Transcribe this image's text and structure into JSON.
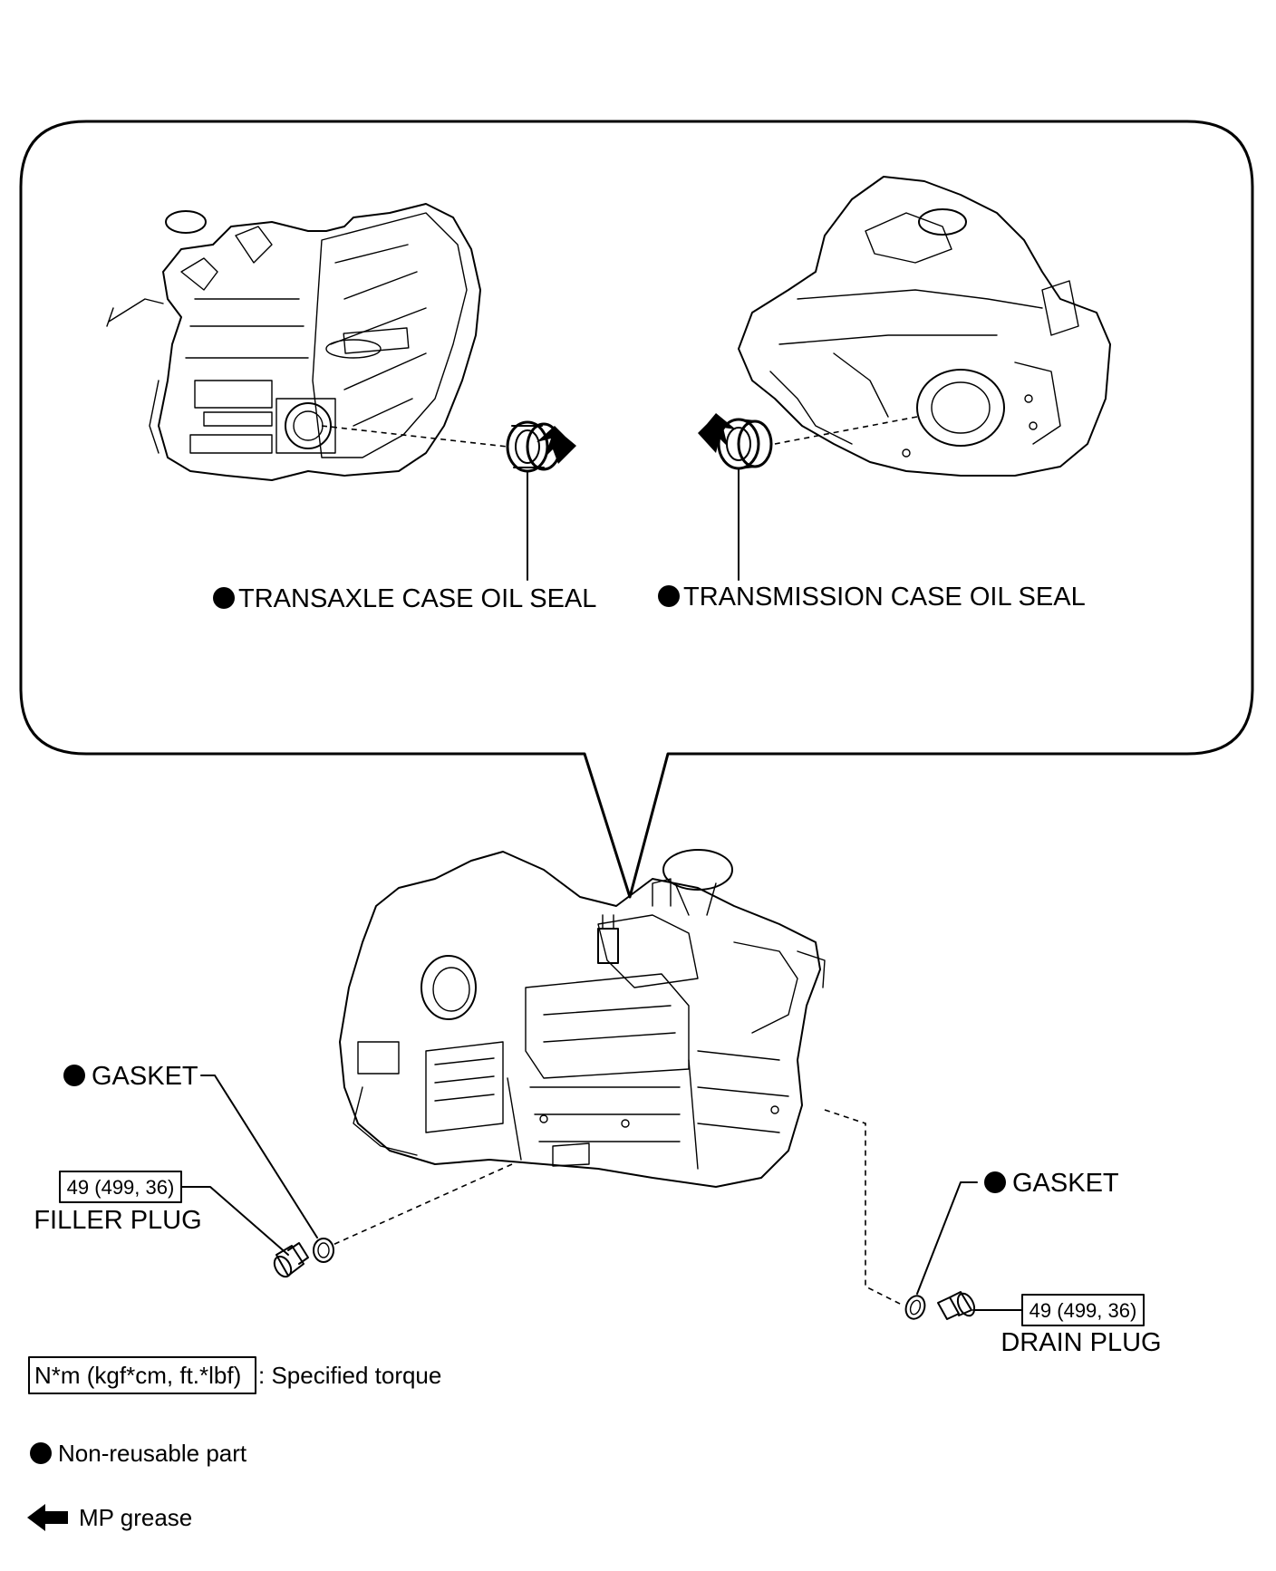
{
  "labels": {
    "transaxle_seal": "TRANSAXLE CASE OIL SEAL",
    "transmission_seal": "TRANSMISSION CASE OIL SEAL",
    "gasket_left": "GASKET",
    "gasket_right": "GASKET",
    "filler_plug": "FILLER PLUG",
    "drain_plug": "DRAIN PLUG"
  },
  "torque": {
    "filler_plug": "49 (499, 36)",
    "drain_plug": "49 (499, 36)"
  },
  "legend": {
    "torque_unit": "N*m (kgf*cm, ft.*lbf)",
    "torque_desc": ": Specified torque",
    "nonreusable_desc": "Non-reusable part",
    "grease_desc": "MP grease"
  },
  "icons": {
    "nonreusable": "filled-circle-icon",
    "grease": "left-arrow-icon"
  },
  "colors": {
    "ink": "#000000",
    "background": "#ffffff"
  }
}
